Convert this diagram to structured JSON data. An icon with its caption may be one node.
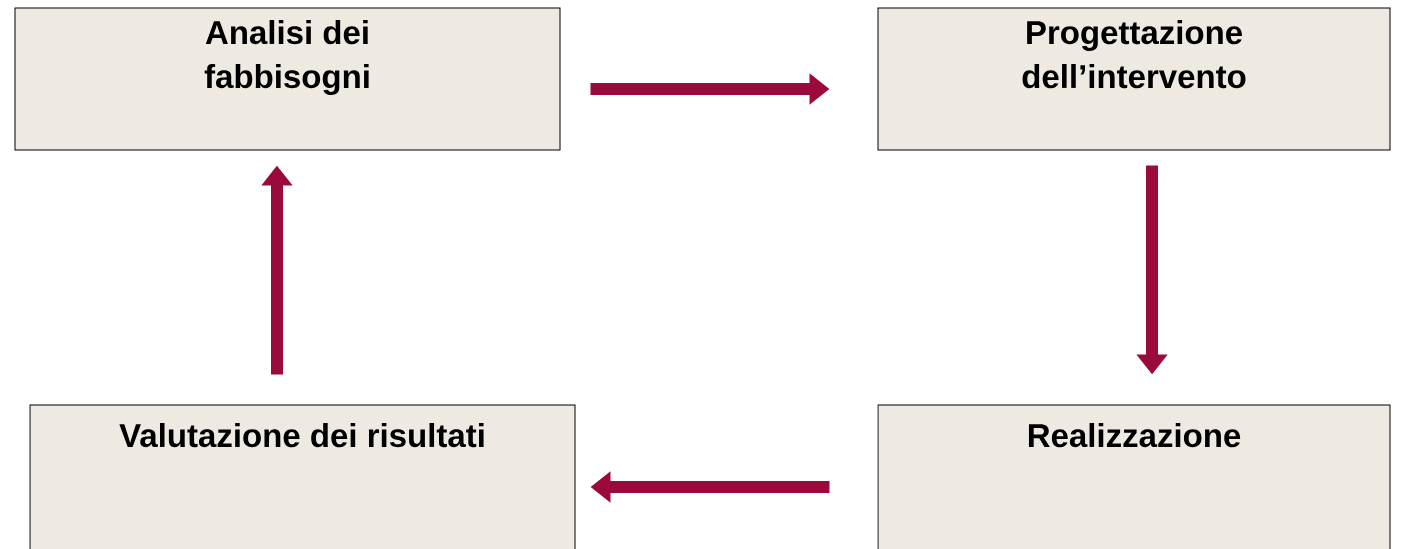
{
  "diagram": {
    "nodes": [
      {
        "text": [
          "Analisi dei fabbisogni"
        ]
      },
      {
        "text": [
          "Progettazione dell’intervento"
        ]
      },
      {
        "text": [
          "Realizzazione"
        ]
      },
      {
        "text": [
          "Valutazione dei risultati"
        ]
      }
    ],
    "edges": [
      {
        "from": 0,
        "to": 1,
        "arrow": "to"
      },
      {
        "from": 1,
        "to": 2,
        "arrow": "to"
      },
      {
        "from": 2,
        "to": 3,
        "arrow": "to"
      },
      {
        "from": 3,
        "to": 0,
        "arrow": "to"
      }
    ]
  }
}
